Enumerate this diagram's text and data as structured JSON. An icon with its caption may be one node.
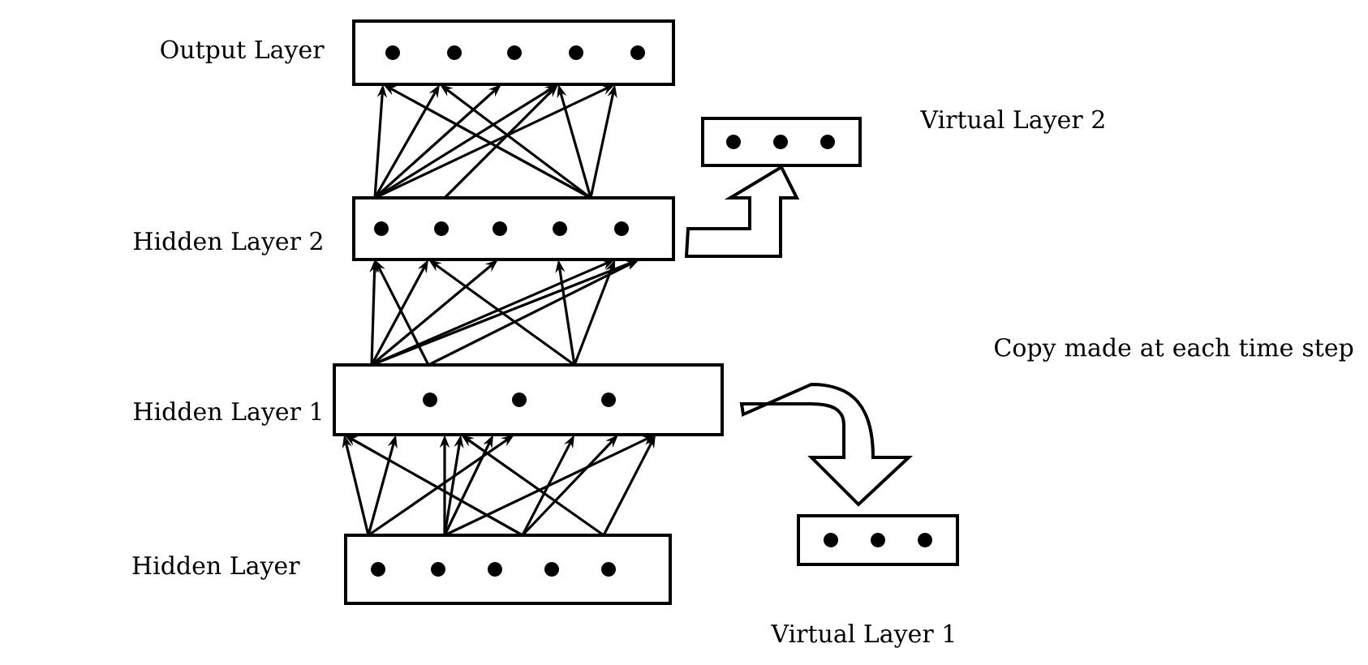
{
  "diagram": {
    "nodes": [
      {
        "text": [
          "Output Layer"
        ]
      },
      {
        "text": [
          "Virtual Layer 2"
        ]
      },
      {
        "text": [
          "Hidden Layer 2"
        ]
      },
      {
        "text": [
          "Hidden Layer 1"
        ]
      },
      {
        "text": [
          "Virtual Layer 1"
        ]
      },
      {
        "text": [
          "Hidden Layer"
        ]
      }
    ],
    "edges": [
      {
        "from": 2,
        "to": 0,
        "arrow": "to"
      },
      {
        "from": 2,
        "to": 0,
        "arrow": "to"
      },
      {
        "from": 2,
        "to": 0,
        "arrow": "to"
      },
      {
        "from": 2,
        "to": 0,
        "arrow": "to"
      },
      {
        "from": 2,
        "to": 0,
        "arrow": "to"
      },
      {
        "from": 2,
        "to": 0,
        "arrow": "to"
      },
      {
        "from": 2,
        "to": 0,
        "arrow": "to"
      },
      {
        "from": 2,
        "to": 0,
        "arrow": "to"
      },
      {
        "from": 2,
        "to": 0,
        "arrow": "to"
      },
      {
        "from": 2,
        "to": 0,
        "arrow": "to"
      },
      {
        "from": 3,
        "to": 2,
        "arrow": "to"
      },
      {
        "from": 3,
        "to": 2,
        "arrow": "to"
      },
      {
        "from": 3,
        "to": 2,
        "arrow": "to"
      },
      {
        "from": 3,
        "to": 2,
        "arrow": "to"
      },
      {
        "from": 3,
        "to": 2,
        "arrow": "to"
      },
      {
        "from": 3,
        "to": 2,
        "arrow": "to"
      },
      {
        "from": 3,
        "to": 2,
        "arrow": "to"
      },
      {
        "from": 3,
        "to": 2,
        "arrow": "to"
      },
      {
        "from": 3,
        "to": 2,
        "arrow": "to"
      },
      {
        "from": 3,
        "to": 2,
        "arrow": "to"
      },
      {
        "from": 5,
        "to": 3,
        "arrow": "to"
      },
      {
        "from": 5,
        "to": 3,
        "arrow": "to"
      },
      {
        "from": 5,
        "to": 3,
        "arrow": "to"
      },
      {
        "from": 5,
        "to": 3,
        "arrow": "to"
      },
      {
        "from": 5,
        "to": 3,
        "arrow": "to"
      },
      {
        "from": 5,
        "to": 3,
        "arrow": "to"
      },
      {
        "from": 5,
        "to": 3,
        "arrow": "to"
      },
      {
        "from": 5,
        "to": 3,
        "arrow": "to"
      },
      {
        "from": 5,
        "to": 3,
        "arrow": "to"
      },
      {
        "from": 5,
        "to": 3,
        "arrow": "to"
      },
      {
        "from": 5,
        "to": 3,
        "arrow": "to"
      },
      {
        "from": 5,
        "to": 3,
        "arrow": "to"
      },
      {
        "from": 2,
        "to": 1,
        "arrow": "to",
        "style": "thick"
      },
      {
        "from": 3,
        "to": 4,
        "arrow": "to",
        "style": "thick"
      }
    ],
    "labels": [
      "Copy made at each time step"
    ]
  }
}
